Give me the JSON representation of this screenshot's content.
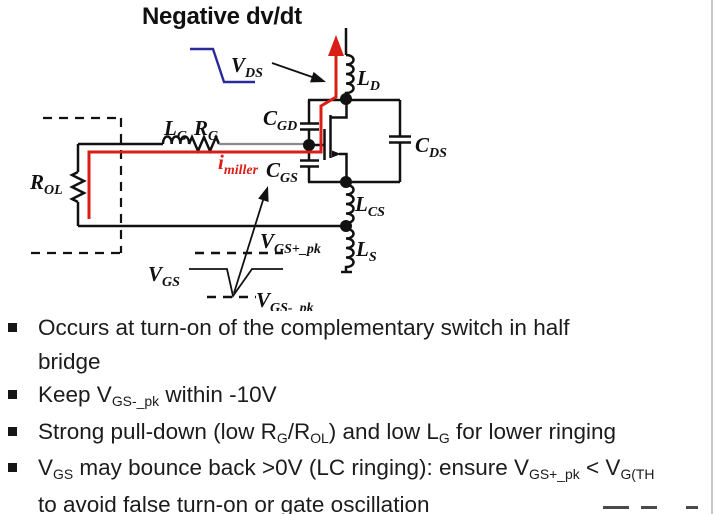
{
  "slide": {
    "title": "Negative dv/dt"
  },
  "circuit": {
    "labels": {
      "vds": {
        "main": "V",
        "sub": "DS"
      },
      "ld": {
        "main": "L",
        "sub": "D"
      },
      "cgd": {
        "main": "C",
        "sub": "GD"
      },
      "cds": {
        "main": "C",
        "sub": "DS"
      },
      "lg": {
        "main": "L",
        "sub": "G"
      },
      "rg": {
        "main": "R",
        "sub": "G"
      },
      "rol": {
        "main": "R",
        "sub": "OL"
      },
      "imiller": {
        "main": "i",
        "sub": "miller"
      },
      "cgs": {
        "main": "C",
        "sub": "GS"
      },
      "lcs": {
        "main": "L",
        "sub": "CS"
      },
      "ls": {
        "main": "L",
        "sub": "S"
      },
      "vgs": {
        "main": "V",
        "sub": "GS"
      },
      "vgs_pos_pk": {
        "main": "V",
        "sub": "GS+_pk"
      },
      "vgs_neg_pk": {
        "main": "V",
        "sub": "GS-_pk"
      }
    },
    "colors": {
      "current_path": "#d91e18",
      "vds_waveform": "#2a2a9a",
      "wire": "#111111",
      "gray_wire": "#8a8a8a"
    }
  },
  "bullets": [
    {
      "lines": [
        [
          {
            "t": "Occurs at turn-on of the complementary switch in half"
          }
        ],
        [
          {
            "t": "bridge"
          }
        ]
      ]
    },
    {
      "lines": [
        [
          {
            "t": "Keep V"
          },
          {
            "t": "GS-_pk",
            "sub": true
          },
          {
            "t": " within -10V"
          }
        ]
      ]
    },
    {
      "lines": [
        [
          {
            "t": "Strong pull-down (low R"
          },
          {
            "t": "G",
            "sub": true
          },
          {
            "t": "/R"
          },
          {
            "t": "OL",
            "sub": true
          },
          {
            "t": ") and low L"
          },
          {
            "t": "G",
            "sub": true
          },
          {
            "t": " for lower ringing"
          }
        ]
      ]
    },
    {
      "lines": [
        [
          {
            "t": "V"
          },
          {
            "t": "GS",
            "sub": true
          },
          {
            "t": " may bounce back >0V (LC ringing): ensure V"
          },
          {
            "t": "GS+_pk",
            "sub": true
          },
          {
            "t": " < V"
          },
          {
            "t": "G(TH",
            "sub": true
          }
        ],
        [
          {
            "t": "to avoid false turn-on or gate oscillation"
          }
        ]
      ]
    }
  ]
}
